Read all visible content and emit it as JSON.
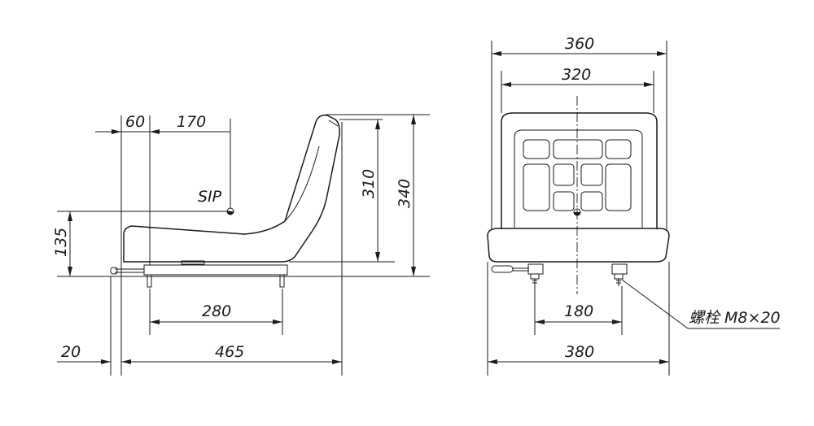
{
  "side_view": {
    "dims": {
      "d60": "60",
      "d170": "170",
      "d310": "310",
      "d340": "340",
      "d135": "135",
      "d280": "280",
      "d20": "20",
      "d465": "465"
    },
    "sip_label": "SIP"
  },
  "front_view": {
    "dims": {
      "d360": "360",
      "d320": "320",
      "d180": "180",
      "d380": "380"
    },
    "bolt_label": "螺栓 M8×20"
  }
}
